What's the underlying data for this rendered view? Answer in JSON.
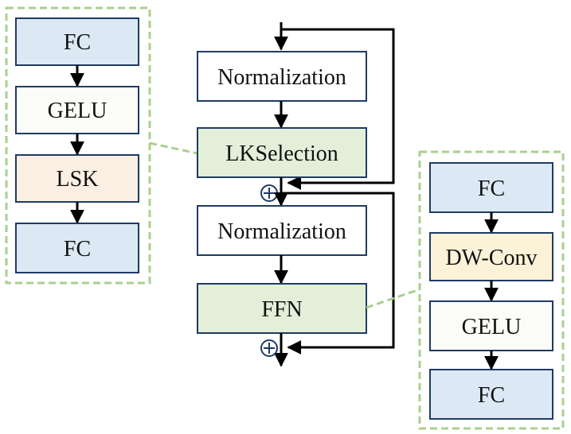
{
  "main": {
    "norm1": "Normalization",
    "lks": "LKSelection",
    "norm2": "Normalization",
    "ffn": "FFN",
    "add_symbol": "⊕"
  },
  "left_panel": {
    "blocks": [
      "FC",
      "GELU",
      "LSK",
      "FC"
    ]
  },
  "right_panel": {
    "blocks": [
      "FC",
      "DW-Conv",
      "GELU",
      "FC"
    ]
  },
  "colors": {
    "fc": "#dce9f5",
    "gelu": "#fbfbf8",
    "lsk": "#fbeee3",
    "dwconv": "#fcf2d8",
    "green_block": "#e3efd9",
    "white_block": "#ffffff",
    "stroke": "#1f3b63",
    "dashed": "#a9d18e",
    "arrow": "#000000"
  }
}
